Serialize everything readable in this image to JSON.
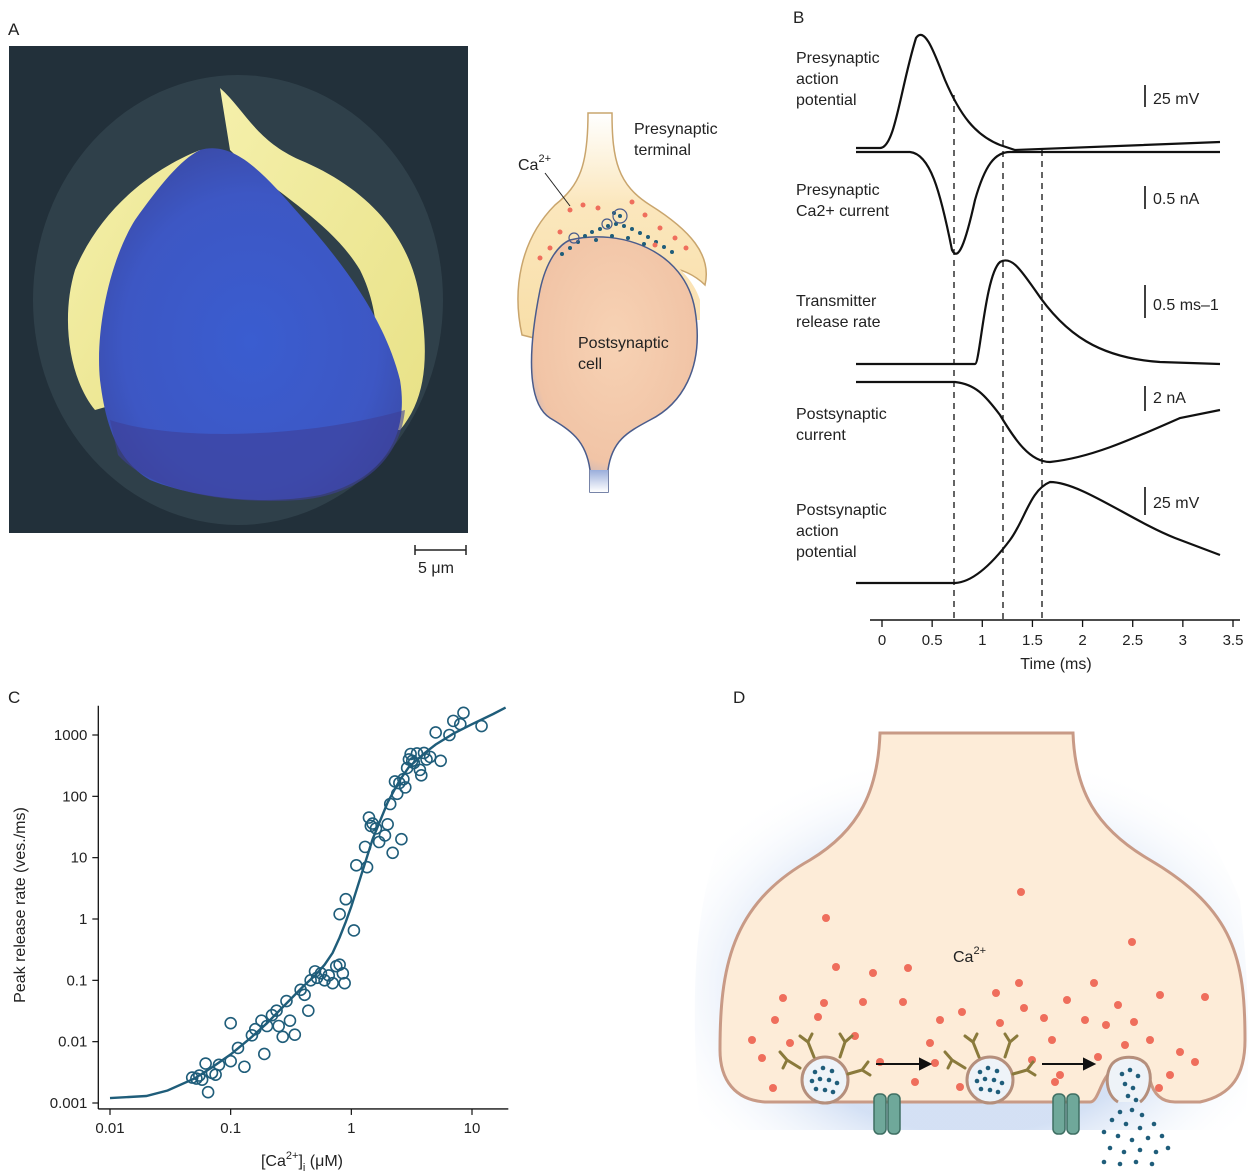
{
  "panels": {
    "A": {
      "letter": "A",
      "scale_bar": "5 μm",
      "schematic": {
        "ca_label": "Ca",
        "ca_sup": "2+",
        "presynaptic_line1": "Presynaptic",
        "presynaptic_line2": "terminal",
        "postsynaptic_line1": "Postsynaptic",
        "postsynaptic_line2": "cell"
      }
    },
    "B": {
      "letter": "B",
      "traces": [
        {
          "label": [
            "Presynaptic",
            "action",
            "potential"
          ],
          "scale": "25 mV"
        },
        {
          "label": [
            "Presynaptic",
            "Ca2+ current"
          ],
          "scale": "0.5 nA"
        },
        {
          "label": [
            "Transmitter",
            "release rate"
          ],
          "scale": "0.5 ms–1"
        },
        {
          "label": [
            "Postsynaptic",
            "current"
          ],
          "scale": "2 nA"
        },
        {
          "label": [
            "Postsynaptic",
            "action",
            "potential"
          ],
          "scale": "25 mV"
        }
      ],
      "x_axis": {
        "label": "Time (ms)",
        "ticks": [
          "0",
          "0.5",
          "1",
          "1.5",
          "2",
          "2.5",
          "3",
          "3.5"
        ],
        "range": [
          0,
          3.5
        ]
      },
      "dashed_markers_ms": [
        0.72,
        1.2,
        1.58
      ]
    },
    "C": {
      "letter": "C"
    },
    "D": {
      "letter": "D",
      "ca_label": "Ca",
      "ca_sup": "2+"
    }
  },
  "chart_data": {
    "type": "scatter",
    "xlabel": "[Ca2+]i (μM)",
    "ylabel": "Peak release rate (ves./ms)",
    "x_scale": "log",
    "y_scale": "log",
    "xlim": [
      0.008,
      20
    ],
    "ylim": [
      0.0008,
      3000
    ],
    "x_ticks": [
      "0.01",
      "0.1",
      "1",
      "10"
    ],
    "y_ticks": [
      "0.001",
      "0.01",
      "0.1",
      "1",
      "10",
      "100",
      "1000"
    ],
    "points": [
      [
        0.048,
        0.0026
      ],
      [
        0.052,
        0.0025
      ],
      [
        0.055,
        0.0028
      ],
      [
        0.058,
        0.0024
      ],
      [
        0.062,
        0.0044
      ],
      [
        0.065,
        0.0015
      ],
      [
        0.07,
        0.0031
      ],
      [
        0.075,
        0.0029
      ],
      [
        0.08,
        0.0042
      ],
      [
        0.1,
        0.0048
      ],
      [
        0.1,
        0.02
      ],
      [
        0.115,
        0.0079
      ],
      [
        0.13,
        0.0039
      ],
      [
        0.15,
        0.0127
      ],
      [
        0.16,
        0.016
      ],
      [
        0.18,
        0.022
      ],
      [
        0.19,
        0.0063
      ],
      [
        0.2,
        0.018
      ],
      [
        0.22,
        0.027
      ],
      [
        0.24,
        0.032
      ],
      [
        0.25,
        0.018
      ],
      [
        0.27,
        0.012
      ],
      [
        0.29,
        0.046
      ],
      [
        0.31,
        0.022
      ],
      [
        0.34,
        0.013
      ],
      [
        0.38,
        0.07
      ],
      [
        0.41,
        0.058
      ],
      [
        0.44,
        0.032
      ],
      [
        0.46,
        0.1
      ],
      [
        0.5,
        0.14
      ],
      [
        0.52,
        0.11
      ],
      [
        0.56,
        0.13
      ],
      [
        0.6,
        0.1
      ],
      [
        0.65,
        0.12
      ],
      [
        0.7,
        0.09
      ],
      [
        0.75,
        0.17
      ],
      [
        0.8,
        0.18
      ],
      [
        0.88,
        0.09
      ],
      [
        0.85,
        0.13
      ],
      [
        0.8,
        1.2
      ],
      [
        0.9,
        2.1
      ],
      [
        1.05,
        0.65
      ],
      [
        1.1,
        7.5
      ],
      [
        1.3,
        15
      ],
      [
        1.35,
        7
      ],
      [
        1.4,
        45
      ],
      [
        1.45,
        33
      ],
      [
        1.5,
        36
      ],
      [
        1.6,
        30
      ],
      [
        1.7,
        18
      ],
      [
        1.9,
        23
      ],
      [
        2.1,
        75
      ],
      [
        2.3,
        175
      ],
      [
        2.5,
        165
      ],
      [
        2.7,
        190
      ],
      [
        2.8,
        140
      ],
      [
        2.9,
        290
      ],
      [
        3.0,
        400
      ],
      [
        3.1,
        490
      ],
      [
        3.3,
        350
      ],
      [
        3.5,
        500
      ],
      [
        3.7,
        270
      ],
      [
        3.8,
        220
      ],
      [
        4.0,
        510
      ],
      [
        4.2,
        400
      ],
      [
        4.5,
        440
      ],
      [
        5.0,
        1100
      ],
      [
        5.5,
        380
      ],
      [
        6.5,
        1000
      ],
      [
        7.0,
        1700
      ],
      [
        8.0,
        1500
      ],
      [
        8.5,
        2300
      ],
      [
        12.0,
        1400
      ],
      [
        2.4,
        110
      ],
      [
        3.2,
        380
      ],
      [
        2.2,
        12
      ],
      [
        2.0,
        35
      ],
      [
        2.6,
        20
      ]
    ],
    "fit_curve": [
      [
        0.01,
        0.0012
      ],
      [
        0.02,
        0.0013
      ],
      [
        0.03,
        0.0016
      ],
      [
        0.05,
        0.0025
      ],
      [
        0.07,
        0.0038
      ],
      [
        0.1,
        0.0062
      ],
      [
        0.15,
        0.012
      ],
      [
        0.2,
        0.02
      ],
      [
        0.3,
        0.045
      ],
      [
        0.4,
        0.08
      ],
      [
        0.5,
        0.12
      ],
      [
        0.6,
        0.18
      ],
      [
        0.7,
        0.28
      ],
      [
        0.8,
        0.5
      ],
      [
        0.9,
        0.9
      ],
      [
        1.0,
        1.6
      ],
      [
        1.2,
        5
      ],
      [
        1.5,
        20
      ],
      [
        2.0,
        80
      ],
      [
        2.5,
        180
      ],
      [
        3.0,
        300
      ],
      [
        4.0,
        500
      ],
      [
        5.0,
        700
      ],
      [
        7.0,
        1050
      ],
      [
        10.0,
        1500
      ],
      [
        15.0,
        2200
      ],
      [
        19.0,
        2800
      ]
    ]
  }
}
